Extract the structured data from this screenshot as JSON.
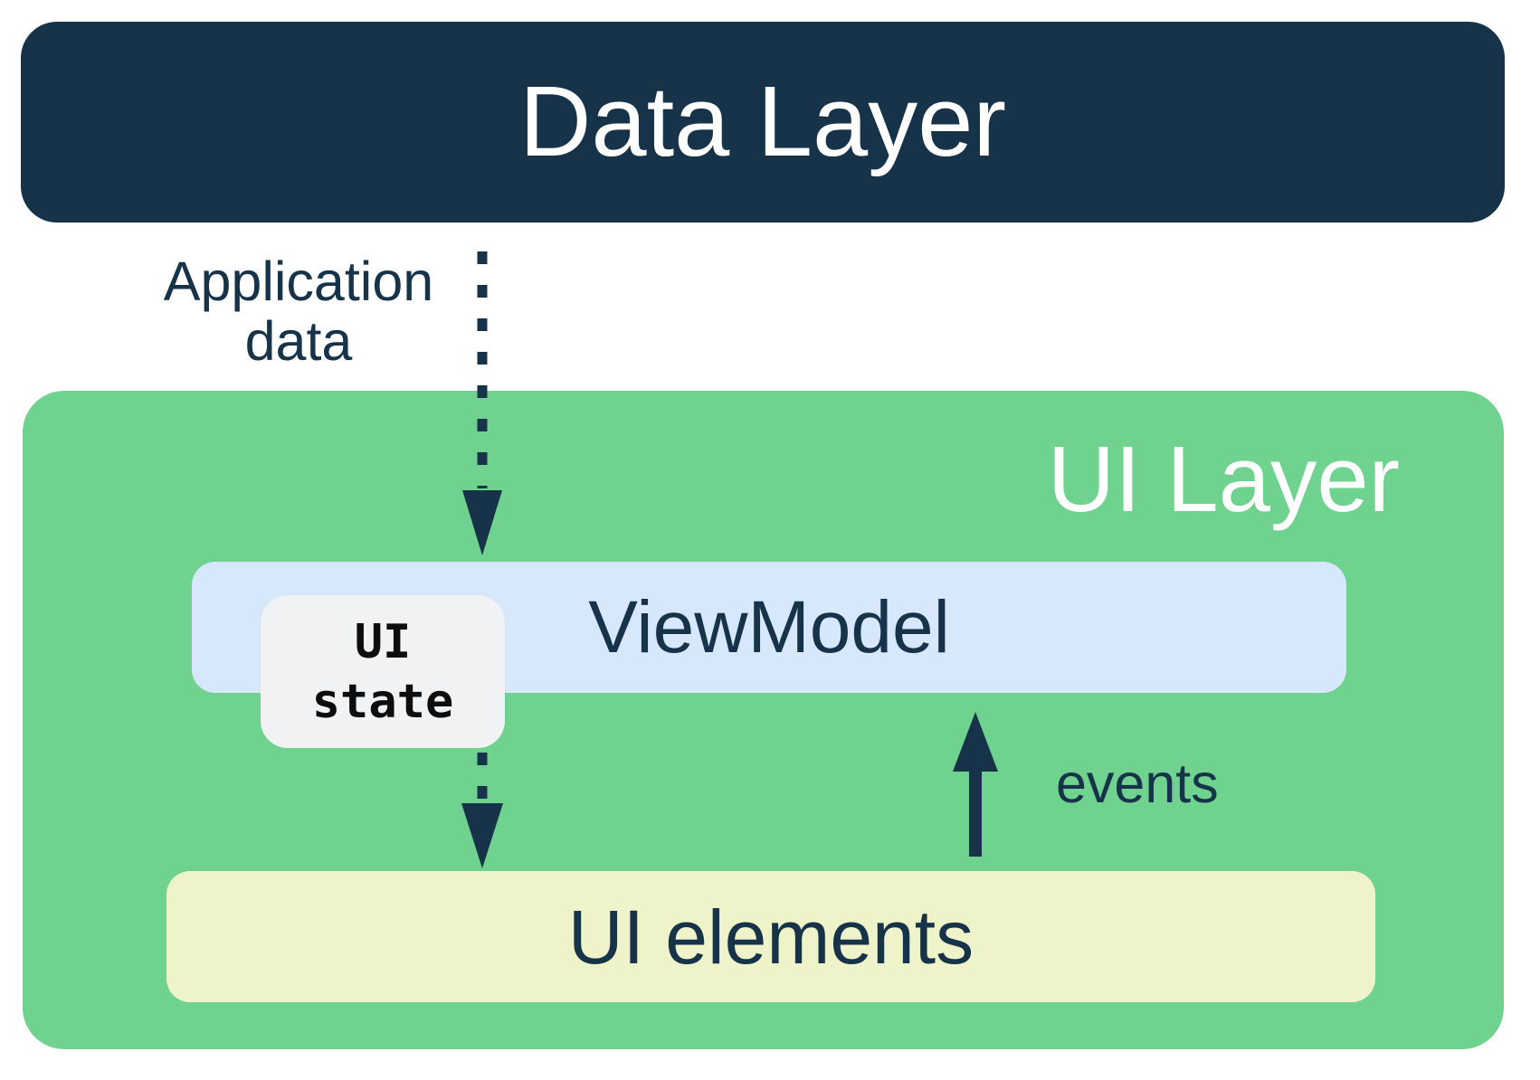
{
  "diagram": {
    "data_layer": {
      "label": "Data Layer"
    },
    "ui_layer": {
      "label": "UI Layer"
    },
    "viewmodel": {
      "label": "ViewModel"
    },
    "ui_state_badge": {
      "line1": "UI",
      "line2": "state"
    },
    "ui_elements": {
      "label": "UI elements"
    },
    "arrows": {
      "application_data": {
        "label_line1": "Application",
        "label_line2": "data",
        "style": "dashed",
        "direction": "down",
        "from": "Data Layer",
        "to": "ViewModel"
      },
      "ui_state_flow": {
        "style": "dashed",
        "direction": "down",
        "from": "UI state",
        "to": "UI elements"
      },
      "events": {
        "label": "events",
        "style": "solid",
        "direction": "up",
        "from": "UI elements",
        "to": "ViewModel"
      }
    },
    "colors": {
      "navy": "#17334A",
      "green": "#6FD28E",
      "light_blue": "#D8E8FC",
      "cream": "#EFF3C9",
      "badge_gray": "#F0F2F4",
      "white": "#FFFFFF",
      "badge_text": "#0D0D0D"
    }
  }
}
